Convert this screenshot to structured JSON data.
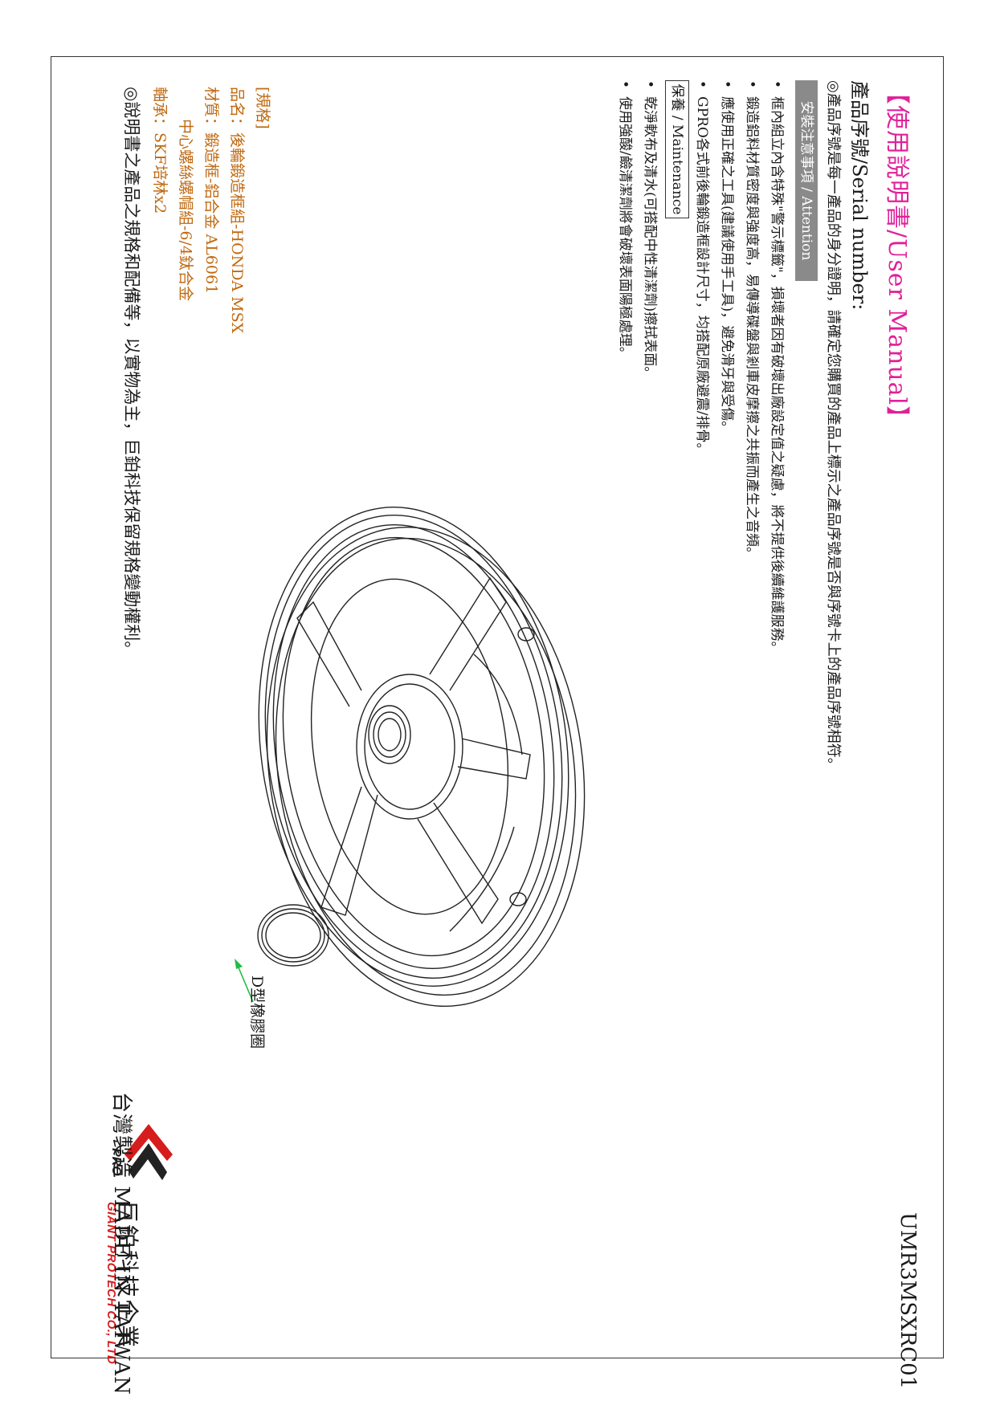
{
  "manual": {
    "title": "【使用說明書/User Manual】",
    "serial_label": "產品序號/Serial number:",
    "serial_desc": "◎產品序號是每一產品的身分證明，請確定您購買的產品上標示之產品序號是否與序號卡上的產品序號相符。"
  },
  "attention": {
    "heading": "安裝注意事項 / Attention",
    "items": [
      "框內組立內含特殊\"警示標籤\"，損壞者因有破壞出廠設定值之疑慮，將不提供後續維護服務。",
      "鍛造鋁料材質密度與強度高，易傳導碟盤與剎車皮摩擦之共振而產生之音頻。",
      "應使用正確之工具(建議使用手工具)，避免滑牙與受傷。",
      "GPRO各式前後輪鍛造框設計尺寸，均搭配原廠避震/排骨。"
    ]
  },
  "maintenance": {
    "heading": "保養 / Maintenance",
    "items": [
      "乾淨軟布及清水(可搭配中性清潔劑)擦拭表面。",
      "使用強酸/鹼清潔劑將會破壞表面陽極處理。"
    ]
  },
  "specs": {
    "heading": "[規格]",
    "name": "品名：後輪鍛造框組-HONDA MSX",
    "material": "材質：鍛造框-鋁合金 AL6061",
    "material2": "中心螺絲螺帽組-6/4鈦合金",
    "bearing": "軸承：SKF培林x2"
  },
  "note": "◎說明書之產品之規格和配備等，以實物為主，巨鉑科技保留規格變動權利。",
  "model_code": "UMR3MSXRC01",
  "callout": {
    "oring": "D型橡膠圈"
  },
  "company": {
    "name_cn": "巨鉑科技企業",
    "name_en": "GIANT PROTECH CO., LTD",
    "made_in": "台灣製造 MADE IN TAIWAN",
    "logo_icon": "gpro-logo-icon"
  },
  "colors": {
    "title": "#e0219a",
    "specs": "#c06a12",
    "callout": "#22bb44",
    "brand": "#d61c1c"
  }
}
